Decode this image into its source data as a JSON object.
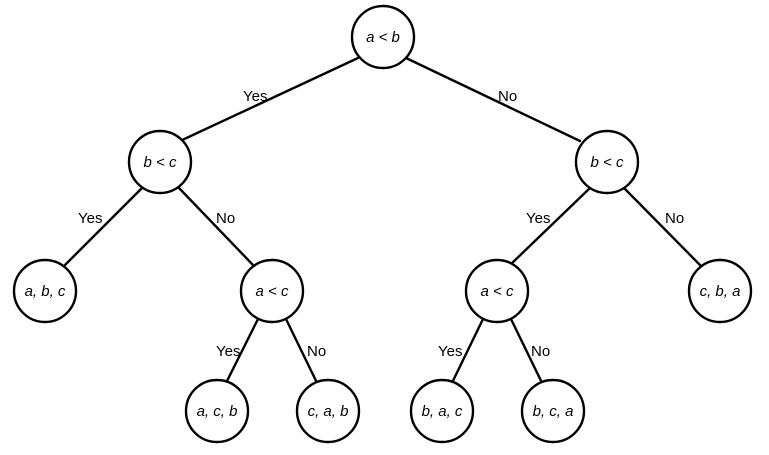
{
  "tree": {
    "nodes": {
      "root": "a < b",
      "left_compare_bc": "b < c",
      "right_compare_bc": "b < c",
      "left_leaf_abc": "a, b, c",
      "left_compare_ac": "a < c",
      "right_compare_ac": "a < c",
      "right_leaf_cba": "c, b, a",
      "leaf_acb": "a, c, b",
      "leaf_cab": "c, a, b",
      "leaf_bac": "b, a, c",
      "leaf_bca": "b, c, a"
    },
    "edges": {
      "root_left": "Yes",
      "root_right": "No",
      "lbc_left": "Yes",
      "lbc_right": "No",
      "rbc_left": "Yes",
      "rbc_right": "No",
      "lac_left": "Yes",
      "lac_right": "No",
      "rac_left": "Yes",
      "rac_right": "No"
    }
  }
}
